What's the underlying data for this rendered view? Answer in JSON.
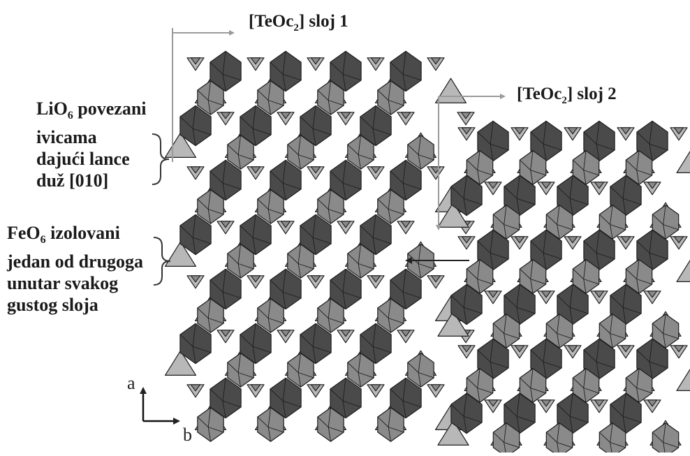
{
  "layer1_label": {
    "prefix": "[TeOc",
    "sub": "2",
    "suffix": "] sloj 1"
  },
  "layer2_label": {
    "prefix": "[TeOc",
    "sub": "2",
    "suffix": "] sloj 2"
  },
  "lio6_label": {
    "line1_a": "LiO",
    "line1_sub": "6",
    "line1_b": " povezani",
    "line2": "ivicama",
    "line3": "dajući lance",
    "line4": "duž [010]"
  },
  "feo6_label": {
    "line1_a": "FeO",
    "line1_sub": "6",
    "line1_b": " izolovani",
    "line2": "jedan od drugoga",
    "line3": "unutar svakog",
    "line4": "gustog sloja"
  },
  "axes": {
    "a": "a",
    "b": "b"
  },
  "colors": {
    "dark_polyhedron": "#4a4a4a",
    "mid_polyhedron": "#8a8a8a",
    "light_tetrahedron": "#b8b8b8",
    "edge": "#1e1e1e",
    "guide_line": "#9a9a9a",
    "arrow": "#222222"
  }
}
